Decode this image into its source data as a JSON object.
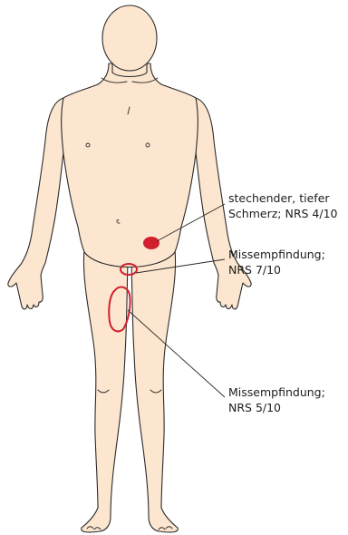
{
  "annotations": [
    {
      "line1": "stechender, tiefer",
      "line2": "Schmerz; NRS 4/10"
    },
    {
      "line1": "Missempfindung;",
      "line2": "NRS 7/10"
    },
    {
      "line1": "Missempfindung;",
      "line2": "NRS 5/10"
    }
  ],
  "colors": {
    "skin": "#fde6cf",
    "outline": "#2b2b2b",
    "marker": "#d0202e"
  }
}
